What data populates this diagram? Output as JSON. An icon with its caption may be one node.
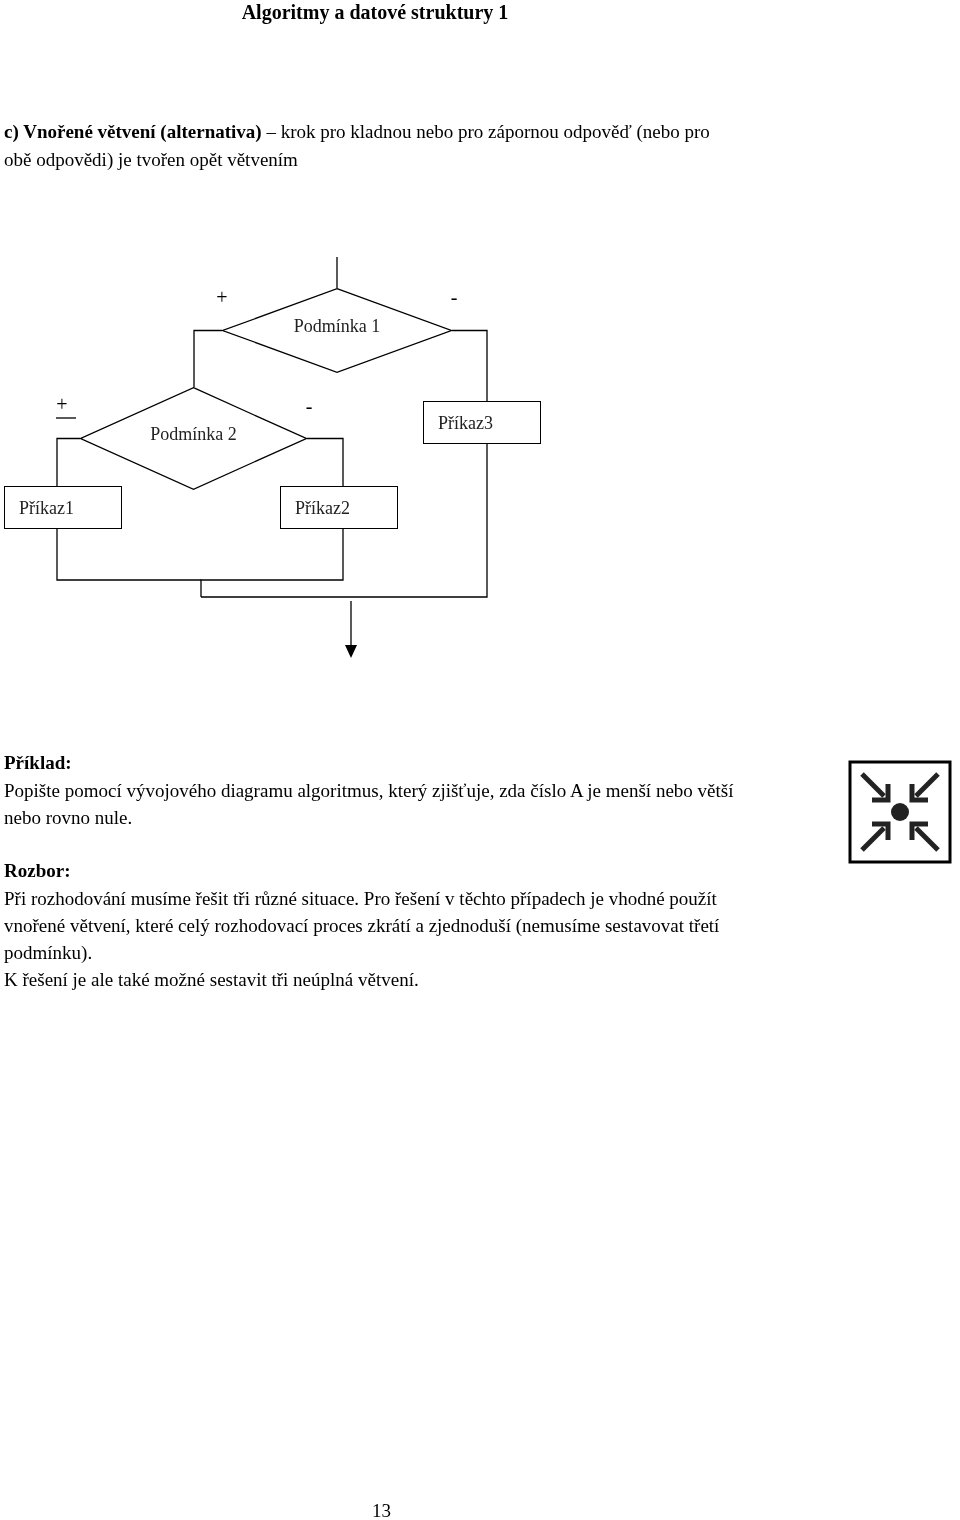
{
  "diagram": {
    "title": "Algoritmy a datové struktury 1",
    "nodes": [
      {
        "text": [
          "Podmínka 1"
        ]
      },
      {
        "text": [
          "Podmínka 2"
        ]
      },
      {
        "text": [
          "Příkaz3"
        ]
      },
      {
        "text": [
          "Příkaz1"
        ]
      },
      {
        "text": [
          "Příkaz2"
        ]
      }
    ],
    "edges": [
      {
        "from": 0,
        "to": 1,
        "arrow": "none",
        "label": "+"
      },
      {
        "from": 0,
        "to": 2,
        "arrow": "none",
        "label": "-"
      },
      {
        "from": 1,
        "to": 3,
        "arrow": "none",
        "label": "+"
      },
      {
        "from": 1,
        "to": 4,
        "arrow": "none",
        "label": "-"
      },
      {
        "from": null,
        "to": 0,
        "arrow": "none"
      },
      {
        "from": 3,
        "to": null,
        "arrow": "none"
      },
      {
        "from": 4,
        "to": null,
        "arrow": "none"
      },
      {
        "from": 2,
        "to": null,
        "arrow": "none"
      }
    ],
    "labels": [
      "**c) Vnořené větvení (alternativa)** – krok pro kladnou nebo pro zápornou odpověď (nebo pro obě odpovědi) je tvořen opět větvením",
      "Příklad:",
      "Popište pomocí vývojového diagramu algoritmus, který zjišťuje, zda číslo A je menší nebo větší nebo rovno nule.",
      "Rozbor:",
      "Při rozhodování musíme řešit tři různé situace. Pro řešení v těchto případech je vhodné použít vnořené větvení, které celý rozhodovací proces zkrátí a zjednoduší (nemusíme sestavovat třetí podmínku).",
      "K řešení je ale také možné sestavit tři neúplná větvení.",
      "13"
    ]
  }
}
